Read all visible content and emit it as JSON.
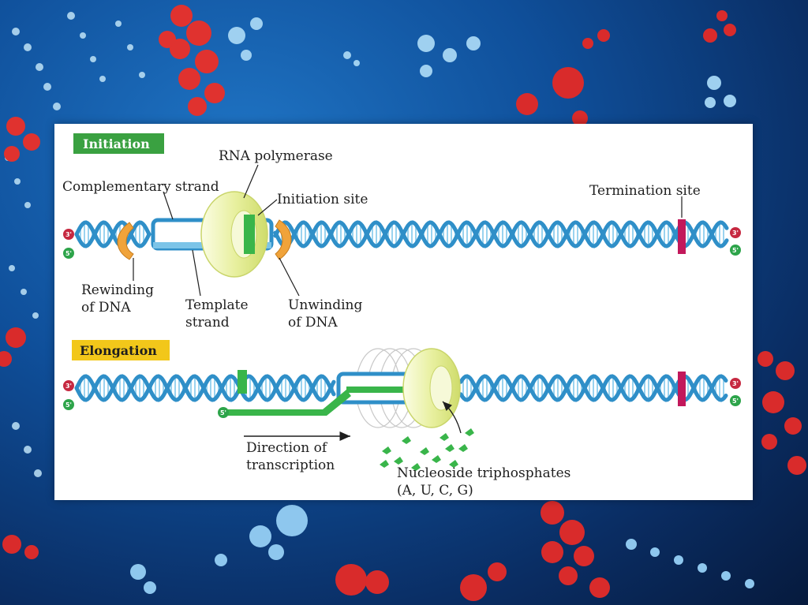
{
  "sections": {
    "initiation": "Initiation",
    "elongation": "Elongation"
  },
  "labels": {
    "rna_polymerase": "RNA polymerase",
    "complementary_strand": "Complementary strand",
    "initiation_site": "Initiation site",
    "termination_site": "Termination site",
    "rewinding_line1": "Rewinding",
    "rewinding_line2": "of DNA",
    "template_line1": "Template",
    "template_line2": "strand",
    "unwinding_line1": "Unwinding",
    "unwinding_line2": "of DNA",
    "direction_line1": "Direction of",
    "direction_line2": "transcription",
    "ntp_line1": "Nucleoside triphosphates",
    "ntp_line2": "(A, U, C, G)"
  },
  "strand_ends": {
    "three_prime": "3'",
    "five_prime": "5'"
  },
  "colors": {
    "initiation_tag": "#3aa141",
    "elongation_tag": "#f2c71a",
    "dna_strand": "#2f8fc8",
    "dna_strand_light": "#9ad3ef",
    "rna_strand": "#39b54a",
    "polymerase": "#e8f0a0",
    "termination_mark": "#c2185b",
    "arrow_orange": "#f0a33a",
    "three_prime_dot": "#c62840",
    "five_prime_dot": "#2da44a"
  }
}
